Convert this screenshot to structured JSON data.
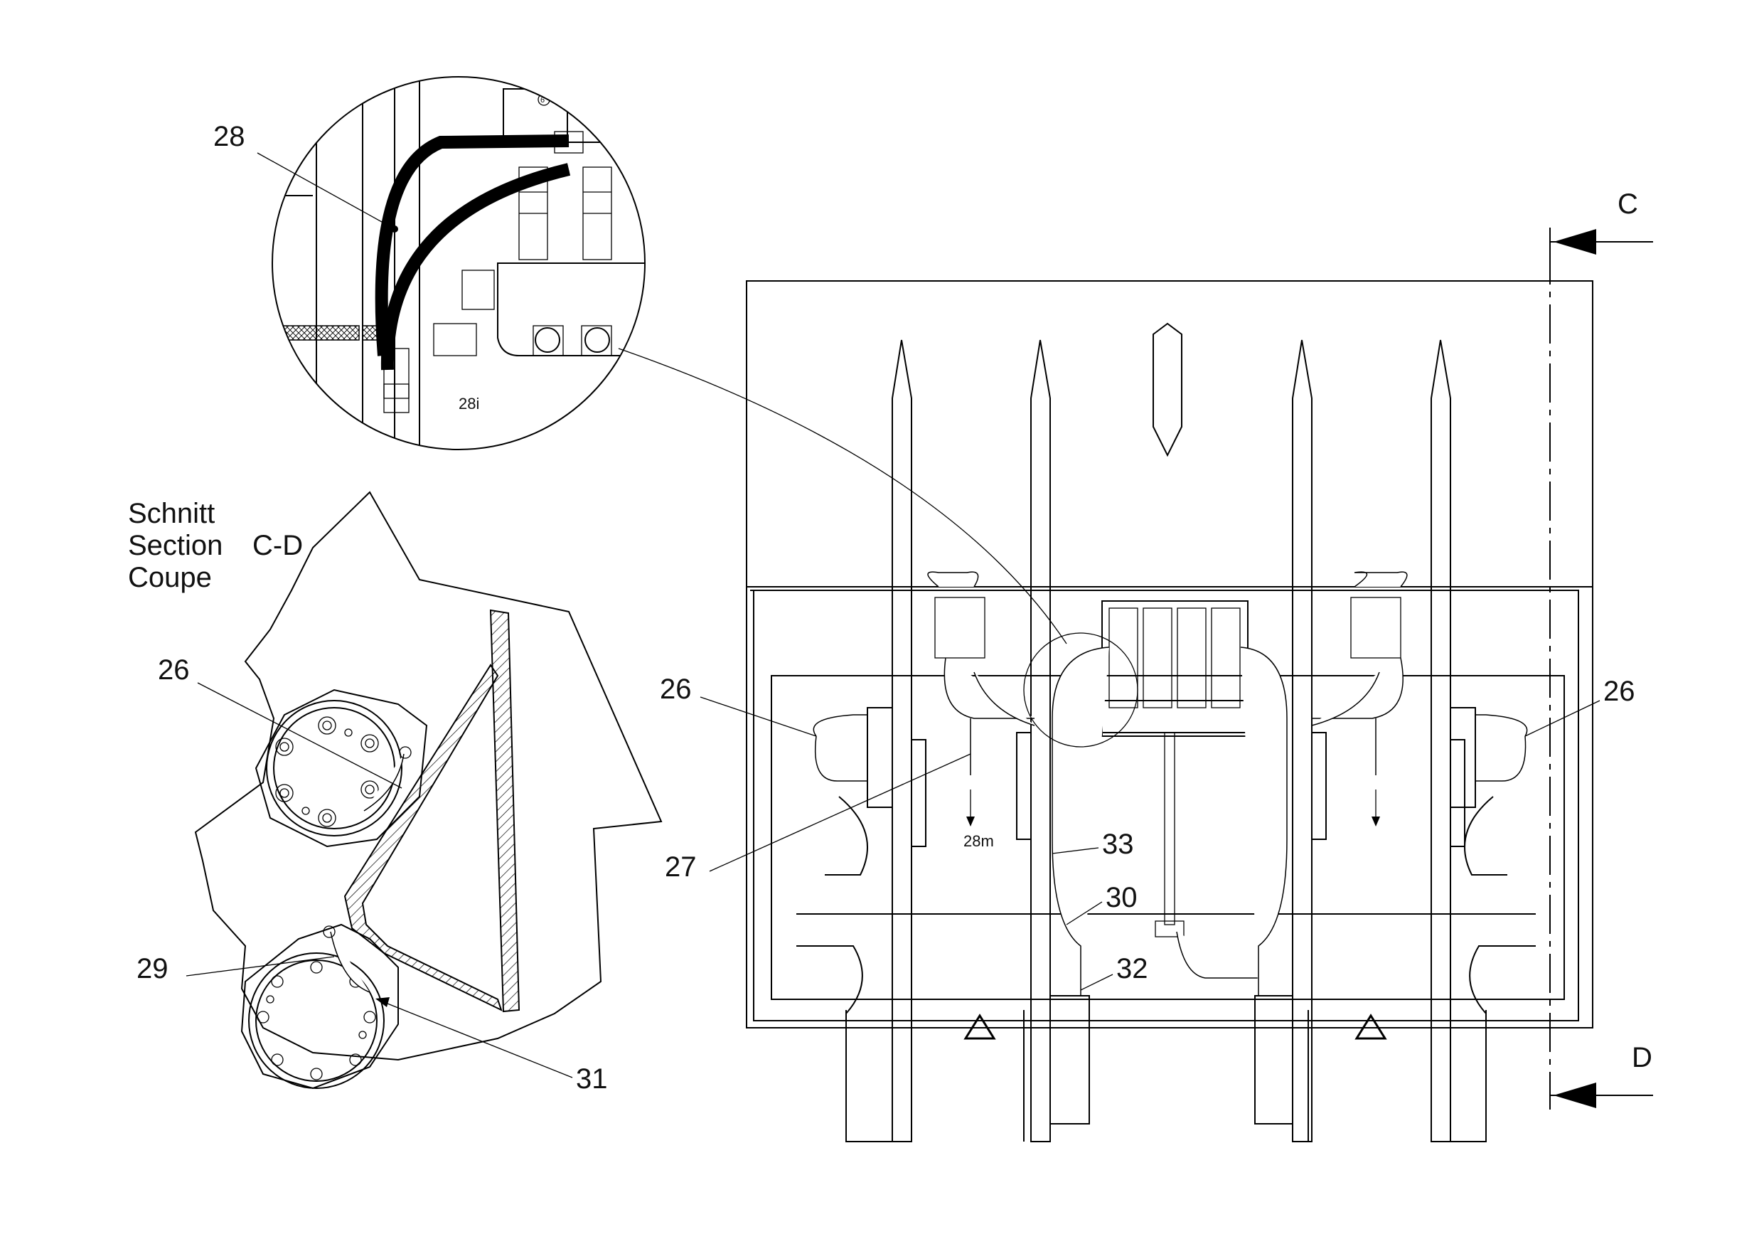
{
  "section_title": {
    "line1": "Schnitt",
    "line2": "Section",
    "line2b": "C-D",
    "line3": "Coupe"
  },
  "callouts": {
    "c26_section": "26",
    "c29": "29",
    "c31": "31",
    "c28": "28",
    "c28i": "28i",
    "c26_left": "26",
    "c26_right": "26",
    "c27": "27",
    "c33": "33",
    "c30": "30",
    "c32": "32",
    "c28m": "28m",
    "c6": "6"
  },
  "section_markers": {
    "top": "C",
    "bottom": "D"
  }
}
